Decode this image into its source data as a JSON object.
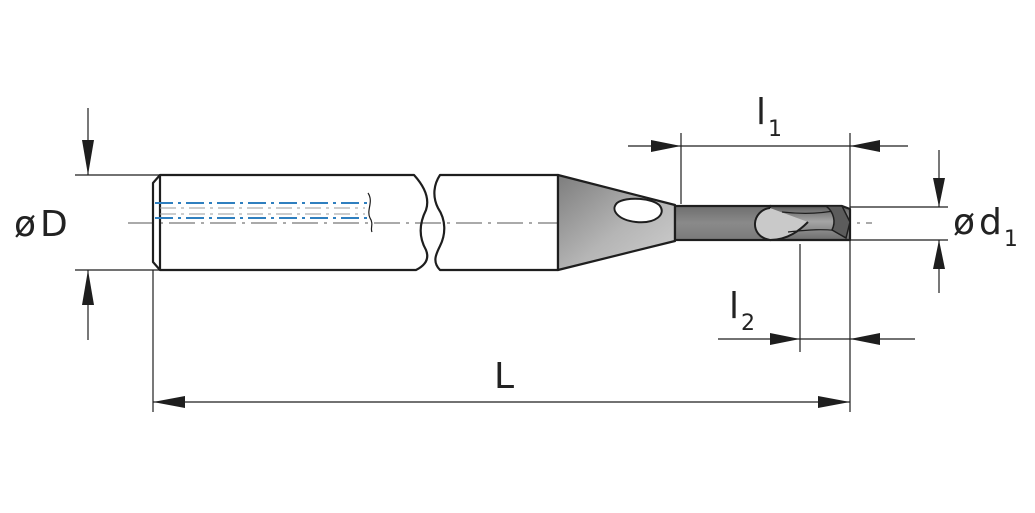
{
  "labels": {
    "shank_diameter": {
      "symbol": "ø",
      "letter": "D"
    },
    "cutting_diameter": {
      "symbol": "ø",
      "letter": "d",
      "subscript": "1"
    },
    "length_1": {
      "letter": "l",
      "subscript": "1"
    },
    "length_2": {
      "letter": "l",
      "subscript": "2"
    },
    "overall_length": {
      "letter": "L"
    }
  },
  "colors": {
    "line": "#1e1e1e",
    "coolant_channel": "#2f7fbf",
    "tool_fill": "#8e8e8e",
    "tool_dark": "#6b6b6b"
  }
}
